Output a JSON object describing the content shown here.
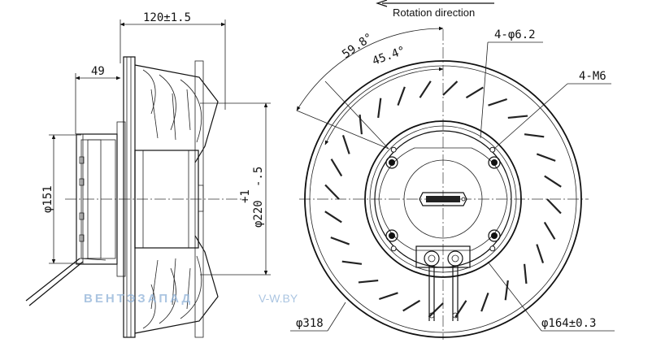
{
  "rotation": {
    "label": "Rotation direction"
  },
  "side_view": {
    "width_dim": "120±1.5",
    "inlet_depth_dim": "49",
    "hub_dia_dim": "φ151",
    "height_dim": "+1\nφ220 -.5",
    "height_dim_main": "φ220",
    "height_dim_tol_upper": "+1",
    "height_dim_tol_lower": "-.5"
  },
  "front_view": {
    "angle_1": "59.8°",
    "angle_2": "45.4°",
    "holes_label": "4-φ6.2",
    "threads_label": "4-M6",
    "impeller_dia": "φ318",
    "bolt_circle_dia": "φ164±0.3",
    "blade_count": 28
  },
  "watermark": {
    "brand": "ВЕНТЭЗАПАД",
    "site": "V-W.BY"
  }
}
